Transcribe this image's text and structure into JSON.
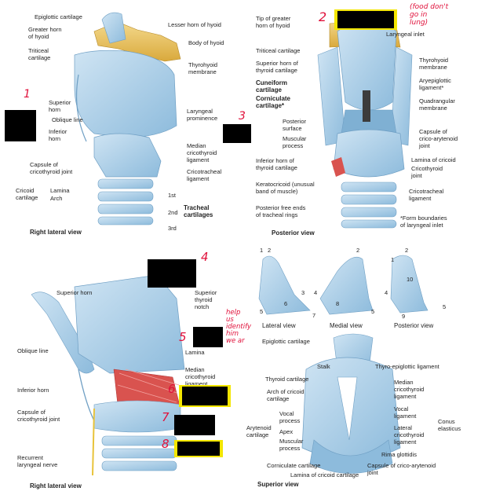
{
  "colors": {
    "cartilage": "#a9cde6",
    "cartilage_dark": "#7fb0d3",
    "hyoid": "#e9c46a",
    "muscle": "#d9534f",
    "handwriting": "#e0103a",
    "highlight": "#f3e600"
  },
  "panel1": {
    "labels": {
      "epiglottic": "Epiglottic cartilage",
      "greater_horn": "Greater horn\nof hyoid",
      "triticeal": "Triticeal\ncartilage",
      "lesser_horn": "Lesser horn of hyoid",
      "body_hyoid": "Body of hyoid",
      "thyrohyoid": "Thyrohyoid\nmembrane",
      "superior_horn": "Superior\nhorn",
      "oblique_line": "Oblique line",
      "inferior_horn": "Inferior\nhorn",
      "laryngeal_prom": "Laryngeal\nprominence",
      "median_crico": "Median\ncricothyroid\nligament",
      "cricotracheal": "Cricotracheal\nligament",
      "capsule": "Capsule of\ncricothyroid joint",
      "cricoid": "Cricoid\ncartilage",
      "lamina": "Lamina",
      "arch": "Arch",
      "first": "1st",
      "second": "2nd",
      "third": "3rd",
      "tracheal": "Tracheal\ncartilages"
    },
    "caption": "Right lateral view"
  },
  "panel2": {
    "labels": {
      "tip_greater": "Tip of greater\nhorn of hyoid",
      "laryngeal_inlet": "Laryngeal inlet",
      "triticeal": "Triticeal cartilage",
      "superior_horn": "Superior horn of\nthyroid cartilage",
      "cuneiform": "Cuneiform\ncartilage",
      "corniculate": "Corniculate\ncartilage*",
      "thyrohyoid": "Thyrohyoid\nmembrane",
      "aryepiglottic": "Aryepiglottic\nligament*",
      "quadrangular": "Quadrangular\nmembrane",
      "posterior_surface": "Posterior\nsurface",
      "muscular_process": "Muscular\nprocess",
      "capsule_ca": "Capsule of\ncrico-arytenoid\njoint",
      "inferior_horn": "Inferior horn of\nthyroid cartilage",
      "lamina_cricoid": "Lamina of cricoid",
      "cricothyroid_joint": "Cricothyroid\njoint",
      "keratocricoid": "Keratocricoid (unusual\nband of muscle)",
      "cricotracheal": "Cricotracheal\nligament",
      "posterior_free": "Posterior free ends\nof tracheal rings",
      "form_boundaries": "*Form boundaries\nof laryngeal inlet"
    },
    "caption": "Posterior view"
  },
  "panel3": {
    "labels": {
      "superior_horn": "Superior horn",
      "superior_notch": "Superior\nthyroid\nnotch",
      "oblique_line": "Oblique line",
      "lamina": "Lamina",
      "median_crico": "Median\ncricothyroid\nligament",
      "inferior_horn": "Inferior horn",
      "capsule": "Capsule of\ncricothyroid joint",
      "recurrent": "Recurrent\nlaryngeal nerve"
    },
    "caption": "Right lateral view"
  },
  "panel4": {
    "captions": {
      "lateral": "Lateral view",
      "medial": "Medial view",
      "posterior": "Posterior view"
    },
    "numbers": [
      "1",
      "2",
      "3",
      "4",
      "5",
      "6",
      "7",
      "8",
      "9",
      "10"
    ]
  },
  "panel5": {
    "labels": {
      "epiglottic": "Epiglottic cartilage",
      "stalk": "Stalk",
      "thyro_epi": "Thyro-epiglottic ligament",
      "thyroid_cart": "Thyroid cartilage",
      "arch_cricoid": "Arch of cricoid\ncartilage",
      "median_crico": "Median\ncricothyroid\nligament",
      "vocal_lig": "Vocal\nligament",
      "conus": "Conus\nelasticus",
      "lateral_crico": "Lateral\ncricothyroid\nligament",
      "vocal_proc": "Vocal\nprocess",
      "apex": "Apex",
      "muscular_proc": "Muscular\nprocess",
      "arytenoid": "Arytenoid\ncartilage",
      "rima": "Rima glottidis",
      "corniculate": "Corniculate cartilage",
      "capsule_ca": "Capsule of crico-arytenoid\njoint",
      "lamina_cricoid": "Lamina of cricoid cartilage"
    },
    "caption": "Superior view"
  },
  "handwriting": {
    "n1": "1",
    "n2": "2",
    "n3": "3",
    "n4": "4",
    "n5": "5",
    "n6": "6",
    "n7": "7",
    "n8": "8",
    "top_note": "(food don't\ngo in\nlung)",
    "help_note": "help\nus\nidentify\nhim\nwe ar"
  }
}
